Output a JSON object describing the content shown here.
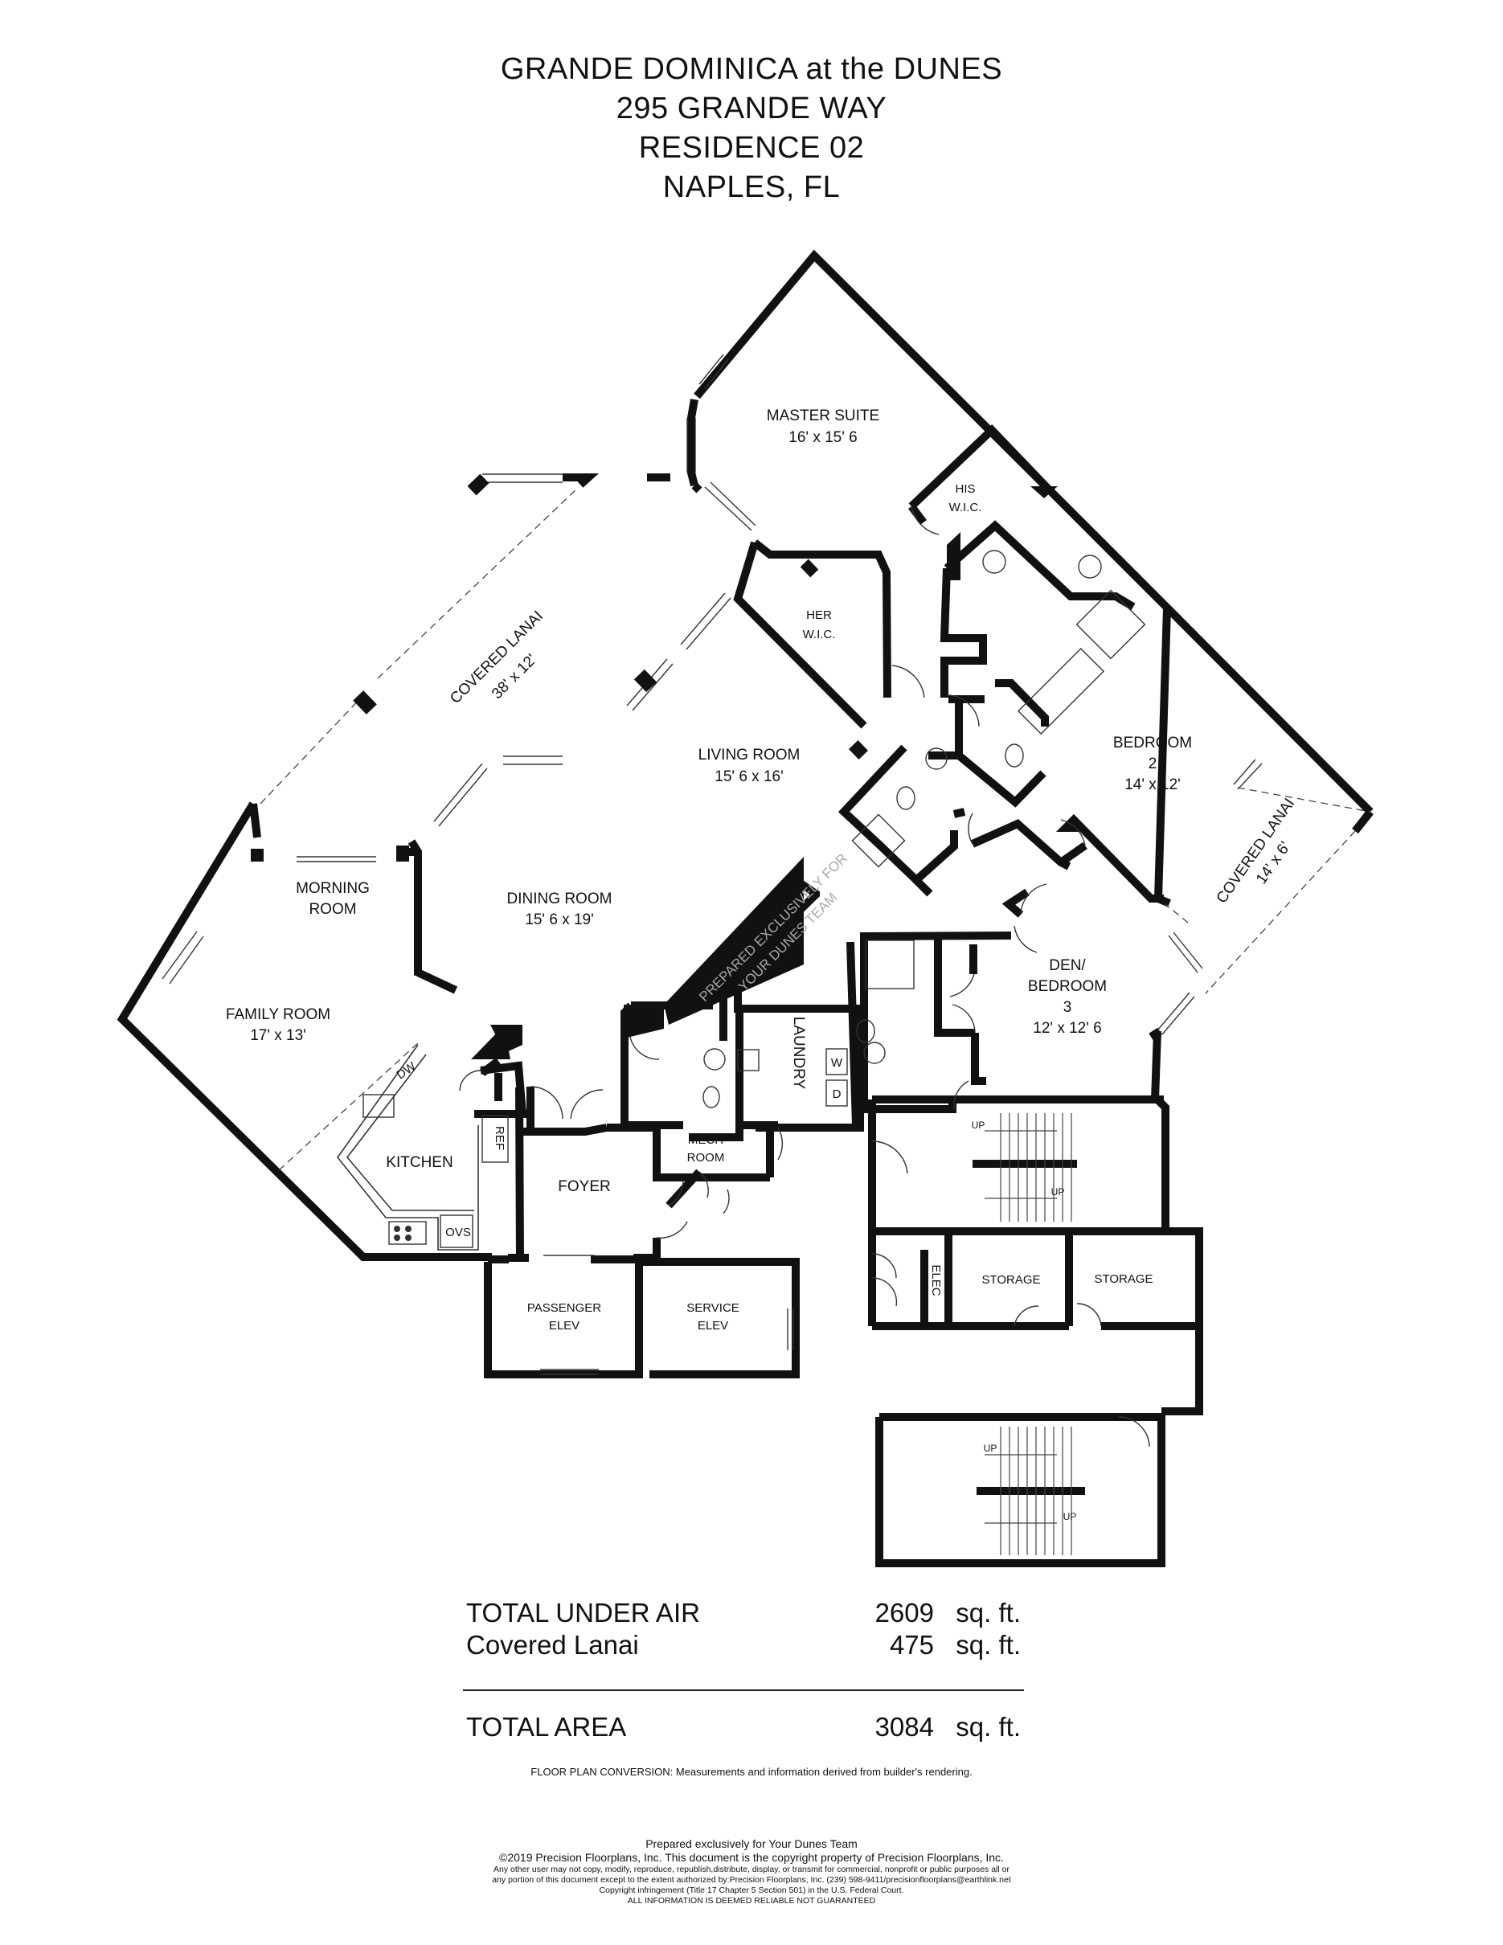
{
  "header": {
    "line1": "GRANDE DOMINICA at the DUNES",
    "line2": "295 GRANDE WAY",
    "line3": "RESIDENCE 02",
    "line4": "NAPLES, FL"
  },
  "rooms": {
    "master_suite": {
      "name": "MASTER SUITE",
      "dims": "16' x 15' 6"
    },
    "his_wic": {
      "name": "HIS",
      "name2": "W.I.C."
    },
    "her_wic": {
      "name": "HER",
      "name2": "W.I.C."
    },
    "covered_lanai_1": {
      "name": "COVERED LANAI",
      "dims": "38' x 12'"
    },
    "living_room": {
      "name": "LIVING ROOM",
      "dims": "15' 6 x 16'"
    },
    "bedroom_2": {
      "name": "BEDROOM",
      "name2": "2",
      "dims": "14' x 12'"
    },
    "covered_lanai_2": {
      "name": "COVERED LANAI",
      "dims": "14' x 6'"
    },
    "morning_room": {
      "name": "MORNING",
      "name2": "ROOM"
    },
    "dining_room": {
      "name": "DINING ROOM",
      "dims": "15' 6 x 19'"
    },
    "den_bedroom_3": {
      "name": "DEN/",
      "name2": "BEDROOM",
      "name3": "3",
      "dims": "12' x 12' 6"
    },
    "family_room": {
      "name": "FAMILY ROOM",
      "dims": "17' x 13'"
    },
    "laundry": {
      "name": "LAUNDRY"
    },
    "kitchen": {
      "name": "KITCHEN"
    },
    "foyer": {
      "name": "FOYER"
    },
    "mech_room": {
      "name": "MECH",
      "name2": "ROOM"
    },
    "passenger_elev": {
      "name": "PASSENGER",
      "name2": "ELEV"
    },
    "service_elev": {
      "name": "SERVICE",
      "name2": "ELEV"
    },
    "elec": {
      "name": "ELEC"
    },
    "storage_1": {
      "name": "STORAGE"
    },
    "storage_2": {
      "name": "STORAGE"
    }
  },
  "fixtures": {
    "dw": "DW",
    "ref": "REF",
    "ovs": "OVS",
    "washer": "W",
    "dryer": "D",
    "up": "UP"
  },
  "watermark": {
    "line1": "PREPARED EXCLUSIVELY FOR",
    "line2": "YOUR DUNES TEAM"
  },
  "areas": {
    "rows": [
      {
        "label": "TOTAL UNDER AIR",
        "value": "2609",
        "unit": "sq. ft."
      },
      {
        "label": "Covered Lanai",
        "value": "475",
        "unit": "sq. ft."
      }
    ],
    "total": {
      "label": "TOTAL AREA",
      "value": "3084",
      "unit": "sq. ft."
    }
  },
  "conversion_note": "FLOOR PLAN CONVERSION: Measurements and information derived from builder's rendering.",
  "footer": {
    "line1": "Prepared exclusively for Your Dunes Team",
    "line2": "©2019 Precision Floorplans, Inc.  This document is the copyright property of Precision Floorplans, Inc.",
    "line3": "Any other user may not copy, modify, reproduce, republish,distribute, display, or transmit for commercial, nonprofit or public purposes all or",
    "line4": "any portion of this document except to the extent authorized by:Precision Floorplans, Inc. (239) 598-9411/precisionfloorplans@earthlink.net",
    "line5": "Copyright infringement (Title 17 Chapter 5 Section 501) in the U.S. Federal Court.",
    "line6": "ALL INFORMATION IS DEEMED RELIABLE NOT GUARANTEED"
  }
}
